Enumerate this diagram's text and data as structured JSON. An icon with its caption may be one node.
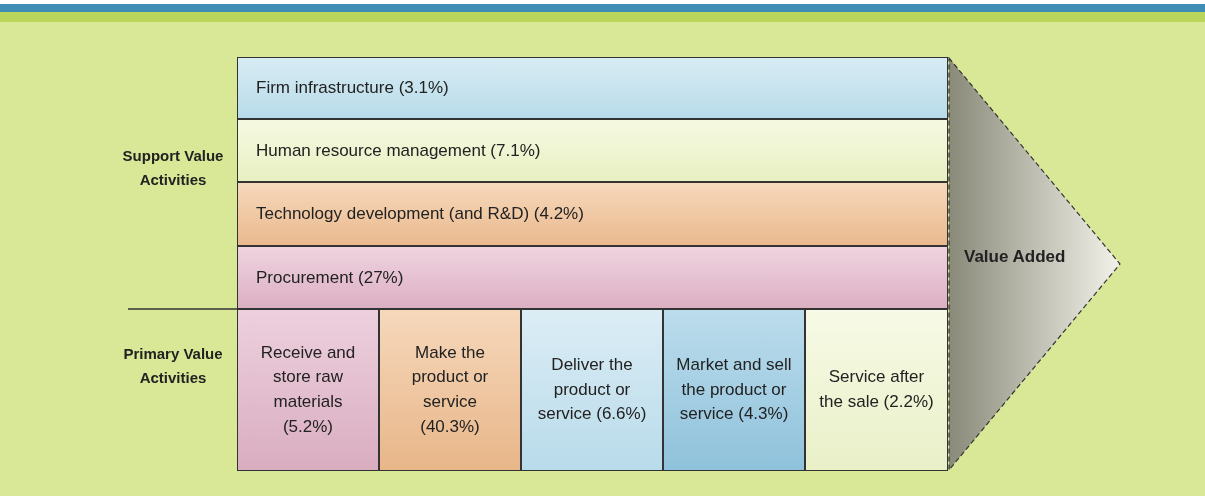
{
  "diagram": {
    "nodes": [
      {
        "text": [
          "Firm infrastructure (3.1%)"
        ]
      },
      {
        "text": [
          "Human resource management (7.1%)"
        ]
      },
      {
        "text": [
          "Technology development (and R&D) (4.2%)"
        ]
      },
      {
        "text": [
          "Procurement (27%)"
        ]
      },
      {
        "text": [
          "Receive and store raw materials (5.2%)"
        ]
      },
      {
        "text": [
          "Make the product or service (40.3%)"
        ]
      },
      {
        "text": [
          "Deliver the product or service (6.6%)"
        ]
      },
      {
        "text": [
          "Market and sell the product or service (4.3%)"
        ]
      },
      {
        "text": [
          "Service after the sale (2.2%)"
        ]
      },
      {
        "text": [
          "Value Added"
        ]
      }
    ],
    "edges": [],
    "labels": [
      "Support Value Activities",
      "Primary Value Activities"
    ]
  }
}
